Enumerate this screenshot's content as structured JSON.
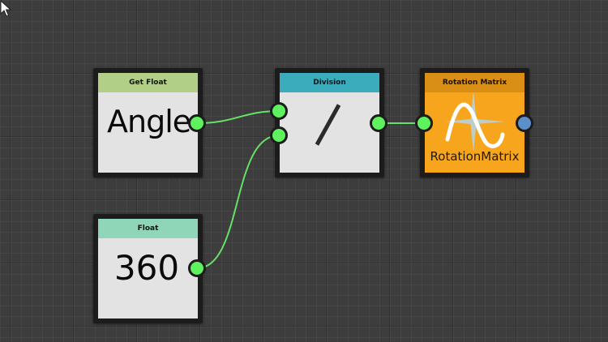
{
  "graph": {
    "nodes": [
      {
        "id": "get-float",
        "title": "Get Float",
        "value": "Angle",
        "header_color": "#b2cf88",
        "outputs": 1,
        "inputs": 0
      },
      {
        "id": "float",
        "title": "Float",
        "value": "360",
        "header_color": "#8fd6b9",
        "outputs": 1,
        "inputs": 0
      },
      {
        "id": "division",
        "title": "Division",
        "symbol": "/",
        "header_color": "#3aacbc",
        "inputs": 2,
        "outputs": 1
      },
      {
        "id": "rotation-matrix",
        "title": "Rotation Matrix",
        "caption": "RotationMatrix",
        "icon": "sine-wave-star-icon",
        "header_color": "#d98e16",
        "body_color": "#f7a51c",
        "inputs": 1,
        "outputs": 1
      }
    ],
    "connections": [
      {
        "from": "get-float.out",
        "to": "division.in1"
      },
      {
        "from": "float.out",
        "to": "division.in2"
      },
      {
        "from": "division.out",
        "to": "rotation-matrix.in"
      }
    ],
    "colors": {
      "port_connected": "#5ef25e",
      "port_unconnected": "#5b8fc9",
      "wire": "#66e066",
      "background": "#3d3d3d"
    }
  }
}
